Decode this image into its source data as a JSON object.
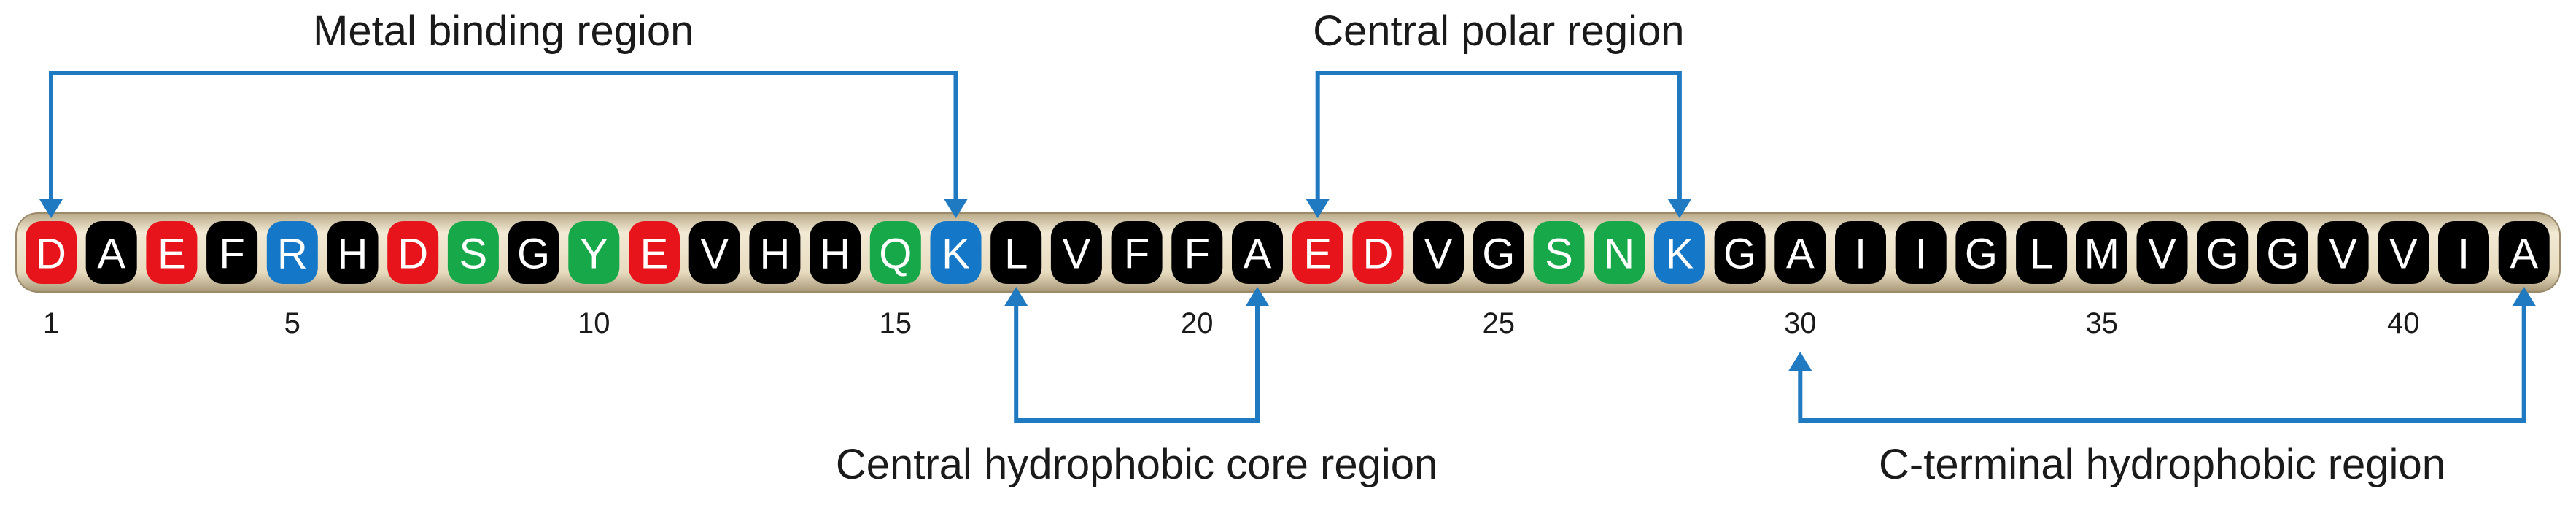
{
  "sequence": [
    "D",
    "A",
    "E",
    "F",
    "R",
    "H",
    "D",
    "S",
    "G",
    "Y",
    "E",
    "V",
    "H",
    "H",
    "Q",
    "K",
    "L",
    "V",
    "F",
    "F",
    "A",
    "E",
    "D",
    "V",
    "G",
    "S",
    "N",
    "K",
    "G",
    "A",
    "I",
    "I",
    "G",
    "L",
    "M",
    "V",
    "G",
    "G",
    "V",
    "V",
    "I",
    "A"
  ],
  "residue_colors": {
    "acidic": "#e8141b",
    "basic": "#1477c8",
    "polar": "#17a84a",
    "hydrophobic": "#000000",
    "tube": "#e8dcc0"
  },
  "residue_class": [
    "acidic",
    "hydrophobic",
    "acidic",
    "hydrophobic",
    "basic",
    "hydrophobic",
    "acidic",
    "polar",
    "hydrophobic",
    "polar",
    "acidic",
    "hydrophobic",
    "hydrophobic",
    "hydrophobic",
    "polar",
    "basic",
    "hydrophobic",
    "hydrophobic",
    "hydrophobic",
    "hydrophobic",
    "hydrophobic",
    "acidic",
    "acidic",
    "hydrophobic",
    "hydrophobic",
    "polar",
    "polar",
    "basic",
    "hydrophobic",
    "hydrophobic",
    "hydrophobic",
    "hydrophobic",
    "hydrophobic",
    "hydrophobic",
    "hydrophobic",
    "hydrophobic",
    "hydrophobic",
    "hydrophobic",
    "hydrophobic",
    "hydrophobic",
    "hydrophobic",
    "hydrophobic"
  ],
  "position_labels": [
    {
      "text": "1",
      "residue": 1
    },
    {
      "text": "5",
      "residue": 5
    },
    {
      "text": "10",
      "residue": 10
    },
    {
      "text": "15",
      "residue": 15
    },
    {
      "text": "20",
      "residue": 20
    },
    {
      "text": "25",
      "residue": 25
    },
    {
      "text": "30",
      "residue": 30
    },
    {
      "text": "35",
      "residue": 35
    },
    {
      "text": "40",
      "residue": 40
    }
  ],
  "regions": [
    {
      "label": "Metal binding region",
      "start": 1,
      "end": 16,
      "side": "top"
    },
    {
      "label": "Central polar region",
      "start": 22,
      "end": 28,
      "side": "top"
    },
    {
      "label": "Central hydrophobic core region",
      "start": 17,
      "end": 21,
      "side": "bottom"
    },
    {
      "label": "C-terminal hydrophobic region",
      "start": 30,
      "end": 42,
      "side": "bottom"
    }
  ],
  "bracket_color": "#1f7ac2"
}
